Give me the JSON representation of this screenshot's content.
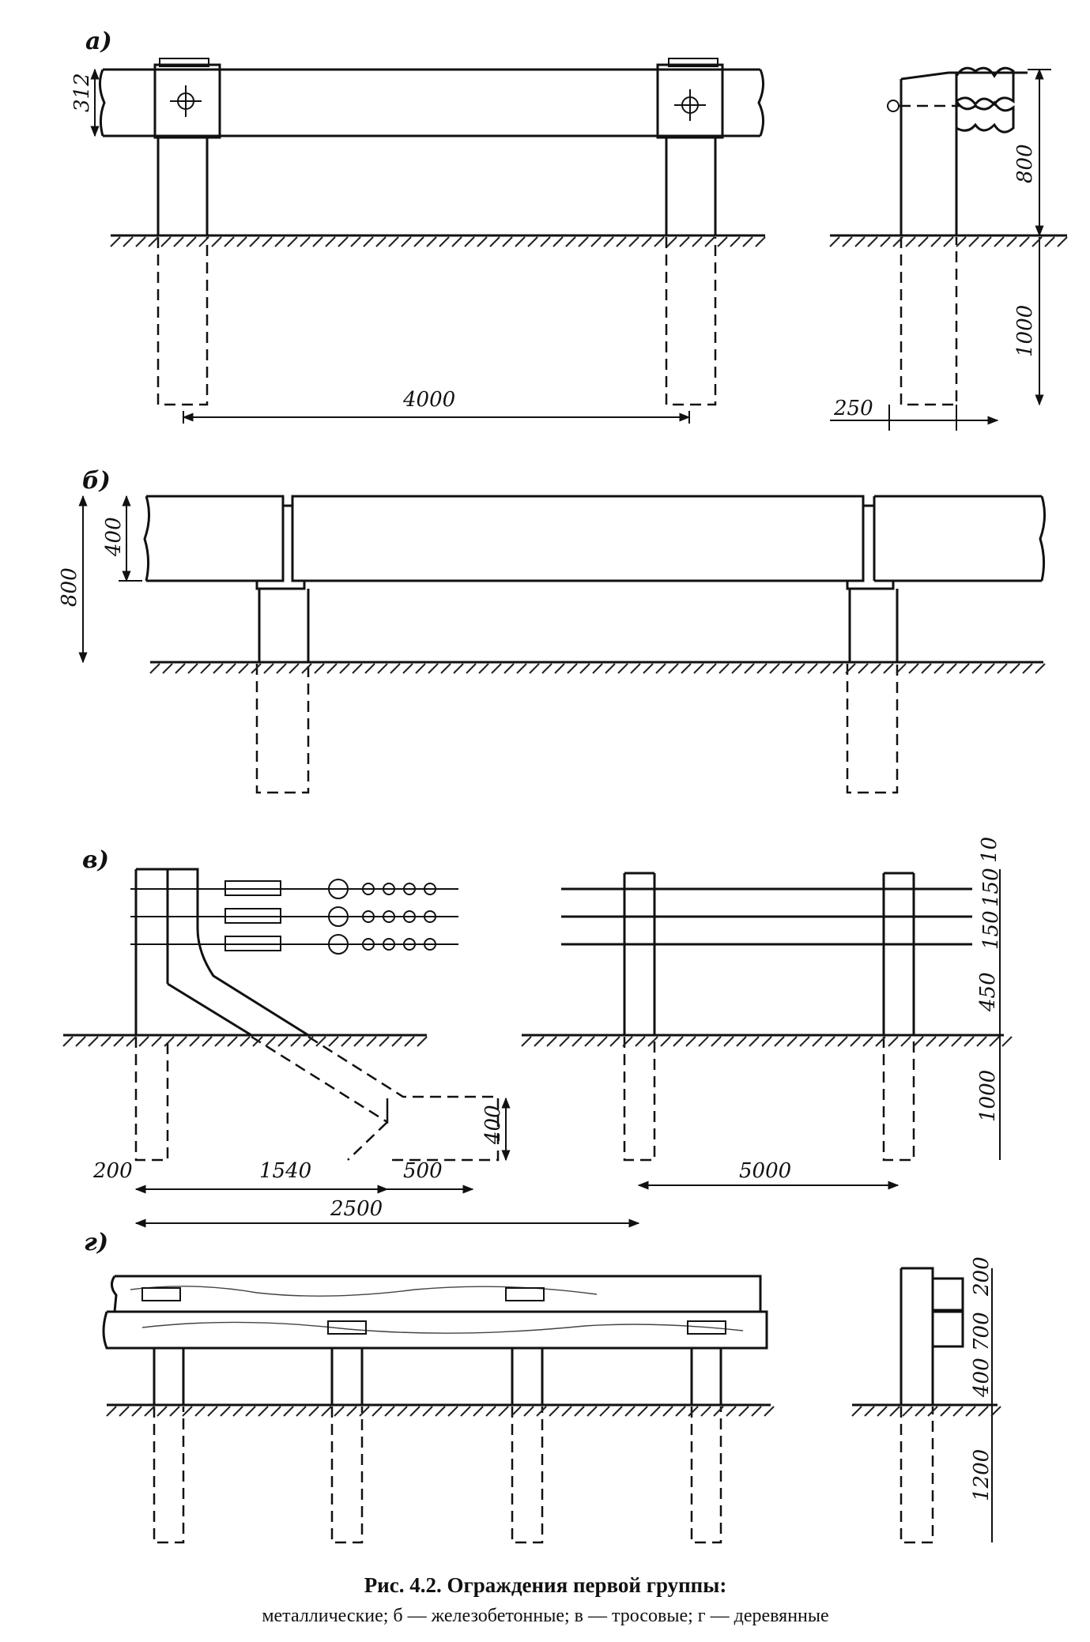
{
  "panel_letters": {
    "a": "а)",
    "b": "б)",
    "v": "в)",
    "g": "г)"
  },
  "dims_a": {
    "h312": "312",
    "h800": "800",
    "h1000": "1000",
    "span": "4000",
    "off": "250"
  },
  "dims_b": {
    "h400": "400",
    "h800": "800"
  },
  "dims_v": {
    "d10": "10",
    "d150a": "150",
    "d150b": "150",
    "d450": "450",
    "d1000": "1000",
    "d400": "400",
    "d200": "200",
    "d1540": "1540",
    "d500": "500",
    "d2500": "2500",
    "d5000": "5000"
  },
  "dims_g": {
    "d200": "200",
    "d700": "700",
    "d400": "400",
    "d1200": "1200"
  },
  "caption": {
    "title": "Рис. 4.2. Ограждения первой группы:",
    "legend": "металлические; б — железобетонные; в — тросовые; г — деревянные"
  }
}
